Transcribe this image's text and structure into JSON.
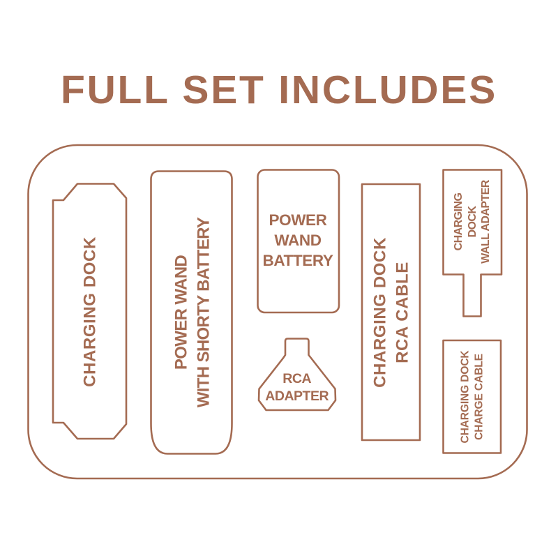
{
  "title": "FULL SET INCLUDES",
  "colors": {
    "accent": "#a46b52",
    "background": "#ffffff"
  },
  "items": {
    "charging_dock": {
      "line1": "CHARGING DOCK"
    },
    "power_wand": {
      "line1": "POWER WAND",
      "line2": "WITH SHORTY BATTERY"
    },
    "power_wand_battery": {
      "line1": "POWER",
      "line2": "WAND",
      "line3": "BATTERY"
    },
    "rca_adapter": {
      "line1": "RCA",
      "line2": "ADAPTER"
    },
    "rca_cable": {
      "line1": "CHARGING DOCK",
      "line2": "RCA CABLE"
    },
    "wall_adapter": {
      "line1": "CHARGING",
      "line2": "DOCK",
      "line3": "WALL ADAPTER"
    },
    "charge_cable": {
      "line1": "CHARGING DOCK",
      "line2": "CHARGE CABLE"
    }
  }
}
